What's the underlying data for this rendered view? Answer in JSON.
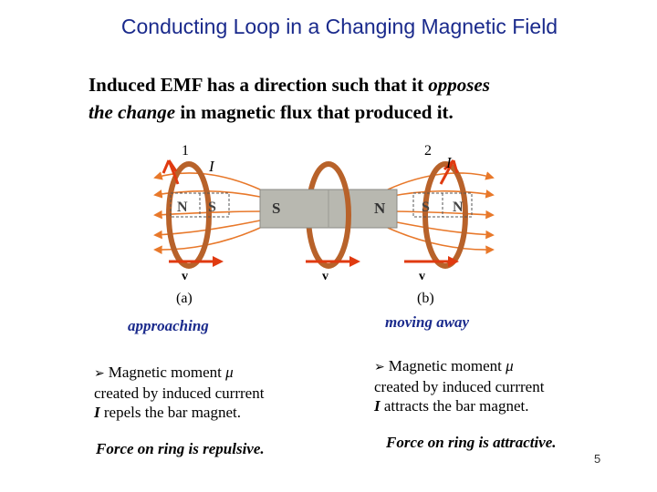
{
  "slide": {
    "title": "Conducting Loop in a Changing Magnetic Field",
    "intro": {
      "part1": "Induced EMF has a direction such that it ",
      "part2": "opposes",
      "part3": "the change",
      "part4": " in magnetic flux that produced it."
    },
    "figure": {
      "loop1_number": "1",
      "loop2_number": "2",
      "current_label": "I",
      "magnet_left_label": "S",
      "magnet_right_label": "N",
      "induced_left_n": "N",
      "induced_left_s": "S",
      "induced_right_s": "S",
      "induced_right_n": "N",
      "velocity_label": "v",
      "panel_a": "(a)",
      "panel_b": "(b)"
    },
    "left": {
      "caption": "approaching",
      "bullet_prefix": "Magnetic moment ",
      "mu": "μ",
      "bullet_line2_pre": "created by induced currrent",
      "current": "I",
      "bullet_line3_post": " repels the bar magnet.",
      "force": "Force on ring is repulsive."
    },
    "right": {
      "caption": "moving away",
      "bullet_prefix": "Magnetic moment ",
      "mu": "μ",
      "bullet_line2_pre": "created by induced currrent",
      "current": "I",
      "bullet_line3_post": " attracts the bar magnet.",
      "force": "Force on ring is attractive."
    },
    "page_number": "5",
    "colors": {
      "title": "#1a2a8c",
      "ring": "#b8622a",
      "field": "#e8782a",
      "arrow": "#e03a10",
      "magnet": "#b8b8b0"
    }
  }
}
